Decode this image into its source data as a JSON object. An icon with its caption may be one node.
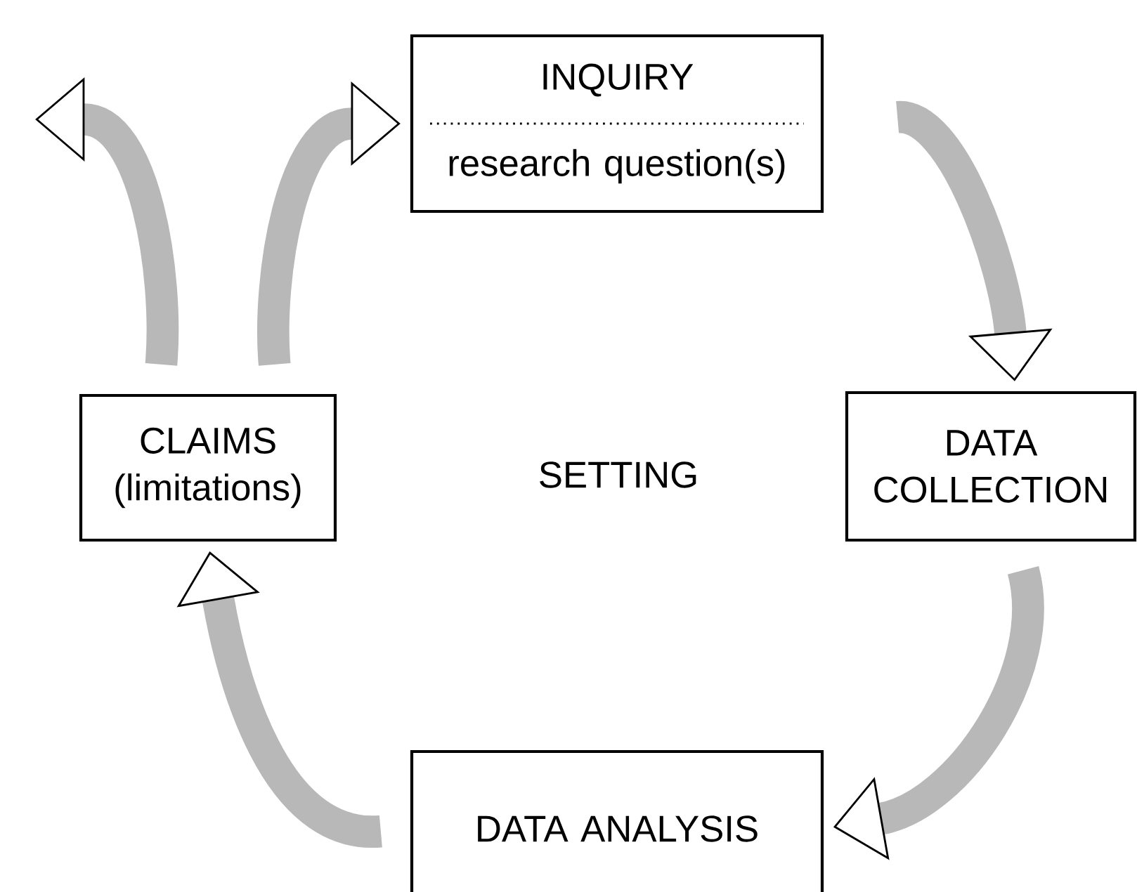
{
  "diagram": {
    "nodes": [
      {
        "text": [
          "INQUIRY",
          "research question(s)"
        ]
      },
      {
        "text": [
          "CLAIMS (limitations)"
        ]
      },
      {
        "text": [
          "DATA COLLECTION"
        ]
      },
      {
        "text": [
          "DATA ANALYSIS"
        ]
      }
    ],
    "edges": [
      {
        "from": 0,
        "to": 2,
        "arrow": "to"
      },
      {
        "from": 2,
        "to": 3,
        "arrow": "to"
      },
      {
        "from": 3,
        "to": 1,
        "arrow": "to"
      },
      {
        "from": 1,
        "to": 0,
        "arrow": "to"
      },
      {
        "from": 1,
        "to": null,
        "arrow": "to"
      }
    ],
    "labels": [
      "SETTING"
    ]
  }
}
